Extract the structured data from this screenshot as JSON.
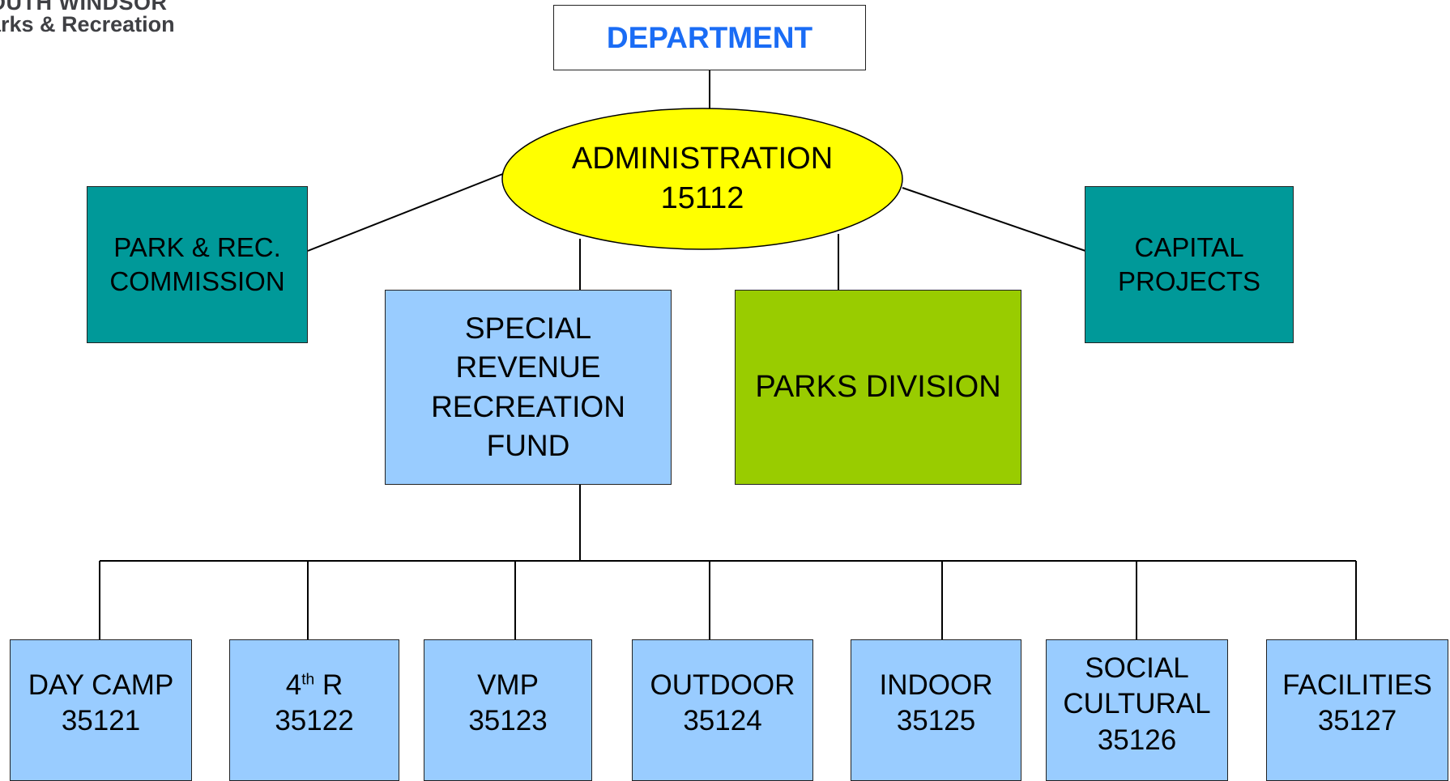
{
  "logo": {
    "line1": "OUTH WINDSOR",
    "line2": "arks & Recreation"
  },
  "department": "DEPARTMENT",
  "administration": {
    "label": "ADMINISTRATION",
    "code": "15112"
  },
  "park_rec_commission": "PARK & REC.\nCOMMISSION",
  "capital_projects": "CAPITAL\nPROJECTS",
  "special_revenue": "SPECIAL\nREVENUE\nRECREATION\nFUND",
  "parks_division": "PARKS DIVISION",
  "programs": [
    {
      "name": "DAY CAMP",
      "code": "35121"
    },
    {
      "name": "4",
      "sup": "th",
      "name_rest": " R",
      "code": "35122"
    },
    {
      "name": "VMP",
      "code": "35123"
    },
    {
      "name": "OUTDOOR",
      "code": "35124"
    },
    {
      "name": "INDOOR",
      "code": "35125"
    },
    {
      "name": "SOCIAL\nCULTURAL",
      "code": "35126"
    },
    {
      "name": "FACILITIES",
      "code": "35127"
    }
  ],
  "colors": {
    "department_text": "#1a6cf5",
    "administration_fill": "#ffff00",
    "teal_fill": "#009999",
    "light_blue_fill": "#99ccff",
    "green_fill": "#99cc00"
  }
}
